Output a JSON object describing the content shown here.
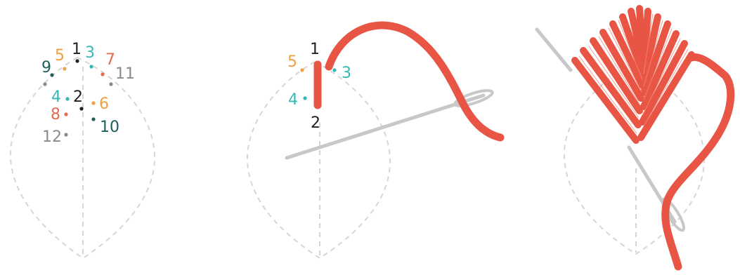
{
  "colors": {
    "thread": "#e85545",
    "needle": "#c8c8c8",
    "needle_dark": "#b4b4b4",
    "outline": "#d6d6d6",
    "black": "#222222",
    "orange": "#f0a040",
    "teal": "#36b7b7",
    "red": "#e66a4c",
    "dark_teal": "#1f5f5a",
    "gray": "#8a8a8a"
  },
  "panel1": {
    "labels": {
      "n1": "1",
      "n2": "2",
      "n3": "3",
      "n4": "4",
      "n5": "5",
      "n6": "6",
      "n7": "7",
      "n8": "8",
      "n9": "9",
      "n10": "10",
      "n11": "11",
      "n12": "12"
    }
  },
  "panel2": {
    "labels": {
      "n1": "1",
      "n2": "2",
      "n3": "3",
      "n4": "4",
      "n5": "5"
    }
  },
  "icons": {
    "needle": "sewing-needle-icon",
    "thread": "embroidery-thread-icon",
    "leaf": "leaf-outline-icon"
  }
}
